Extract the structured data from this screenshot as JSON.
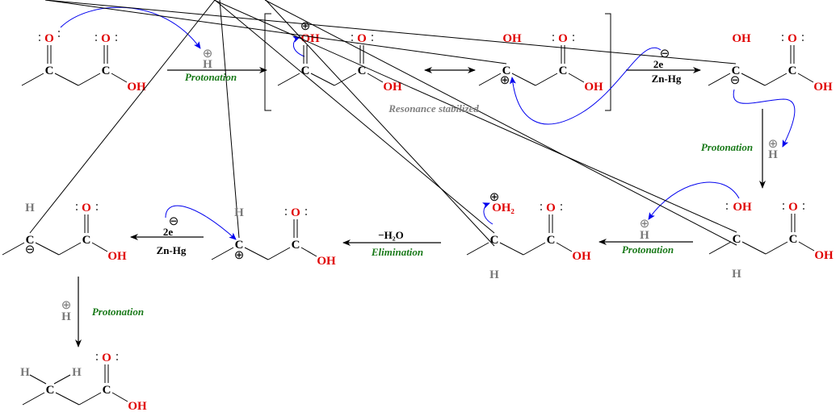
{
  "symbols": {
    "plus": "⊕",
    "minus": "⊖"
  },
  "molecules": [
    {
      "up": "O",
      "carbon1": "C",
      "carbon2": "C",
      "carbonyl": "O",
      "hydroxyl": "OH"
    },
    {
      "up": "OH",
      "carbon1": "C",
      "carbon2": "C",
      "carbonyl": "O",
      "hydroxyl": "OH"
    },
    {
      "up": "OH",
      "carbon1": "C",
      "carbon2": "C",
      "carbonyl": "O",
      "hydroxyl": "OH"
    },
    {
      "up": "OH",
      "carbon1": "C",
      "carbon2": "C",
      "carbonyl": "O",
      "hydroxyl": "OH"
    },
    {
      "up": "OH",
      "down": "H",
      "carbon1": "C",
      "carbon2": "C",
      "carbonyl": "O",
      "hydroxyl": "OH"
    },
    {
      "up": "OH₂",
      "down": "H",
      "carbon1": "C",
      "carbon2": "C",
      "carbonyl": "O",
      "hydroxyl": "OH"
    },
    {
      "up": "H",
      "carbon1": "C",
      "carbon2": "C",
      "carbonyl": "O",
      "hydroxyl": "OH"
    },
    {
      "up": "H",
      "carbon1": "C",
      "carbon2": "C",
      "carbonyl": "O",
      "hydroxyl": "OH"
    },
    {
      "left_h": "H",
      "right_h": "H",
      "carbon1": "C",
      "carbon2": "C",
      "carbonyl": "O",
      "hydroxyl": "OH"
    }
  ],
  "steps": {
    "step1": {
      "reagent": "H",
      "label": "Protonation"
    },
    "resonance": {
      "label": "Resonance stabilized"
    },
    "step2": {
      "reagent": "2e",
      "label": "Zn-Hg"
    },
    "step3": {
      "reagent": "H",
      "label": "Protonation"
    },
    "step4": {
      "reagent": "H",
      "label": "Protonation"
    },
    "step5": {
      "reagent": "−H₂O",
      "label": "Elimination"
    },
    "step6": {
      "reagent": "2e",
      "label": "Zn-Hg"
    },
    "step7": {
      "reagent": "H",
      "label": "Protonation"
    }
  }
}
